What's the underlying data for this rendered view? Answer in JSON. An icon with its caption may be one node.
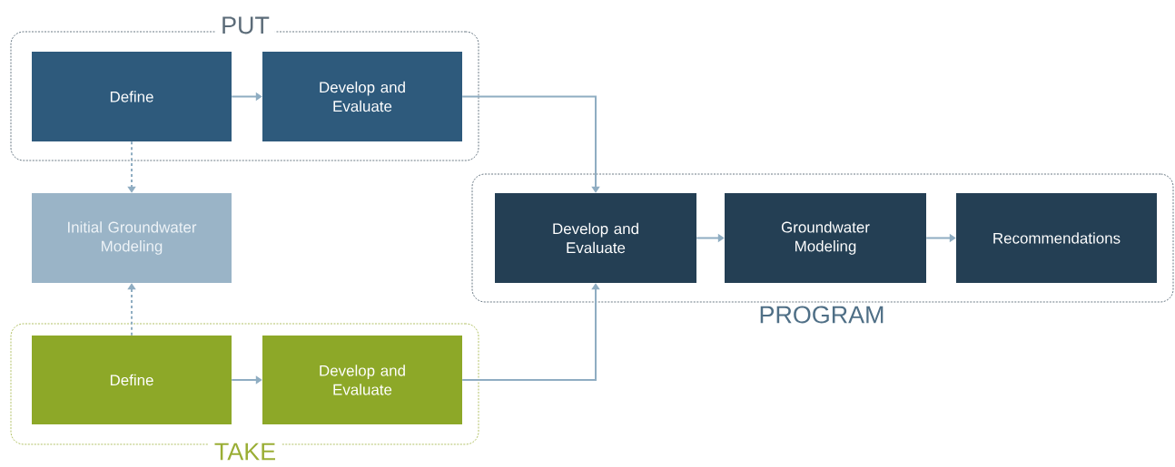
{
  "diagram": {
    "nodes": [
      {
        "text": [
          "PUT"
        ]
      },
      {
        "text": [
          "Define"
        ],
        "in": 0
      },
      {
        "text": [
          "Develop and Evaluate"
        ],
        "in": 0
      },
      {
        "text": [
          "Initial Groundwater Modeling"
        ]
      },
      {
        "text": [
          "TAKE"
        ]
      },
      {
        "text": [
          "Define"
        ],
        "in": 4
      },
      {
        "text": [
          "Develop and Evaluate"
        ],
        "in": 4
      },
      {
        "text": [
          "PROGRAM"
        ]
      },
      {
        "text": [
          "Develop and Evaluate"
        ],
        "in": 7
      },
      {
        "text": [
          "Groundwater Modeling"
        ],
        "in": 7
      },
      {
        "text": [
          "Recommendations"
        ],
        "in": 7
      }
    ],
    "edges": [
      {
        "from": 1,
        "to": 2,
        "arrow": "to"
      },
      {
        "from": 2,
        "to": 8,
        "arrow": "to"
      },
      {
        "from": 1,
        "to": 3,
        "arrow": "to",
        "style": "dashed"
      },
      {
        "from": 5,
        "to": 3,
        "arrow": "to",
        "style": "dashed"
      },
      {
        "from": 5,
        "to": 6,
        "arrow": "to"
      },
      {
        "from": 6,
        "to": 8,
        "arrow": "to"
      },
      {
        "from": 8,
        "to": 9,
        "arrow": "to"
      },
      {
        "from": 9,
        "to": 10,
        "arrow": "to"
      }
    ]
  }
}
